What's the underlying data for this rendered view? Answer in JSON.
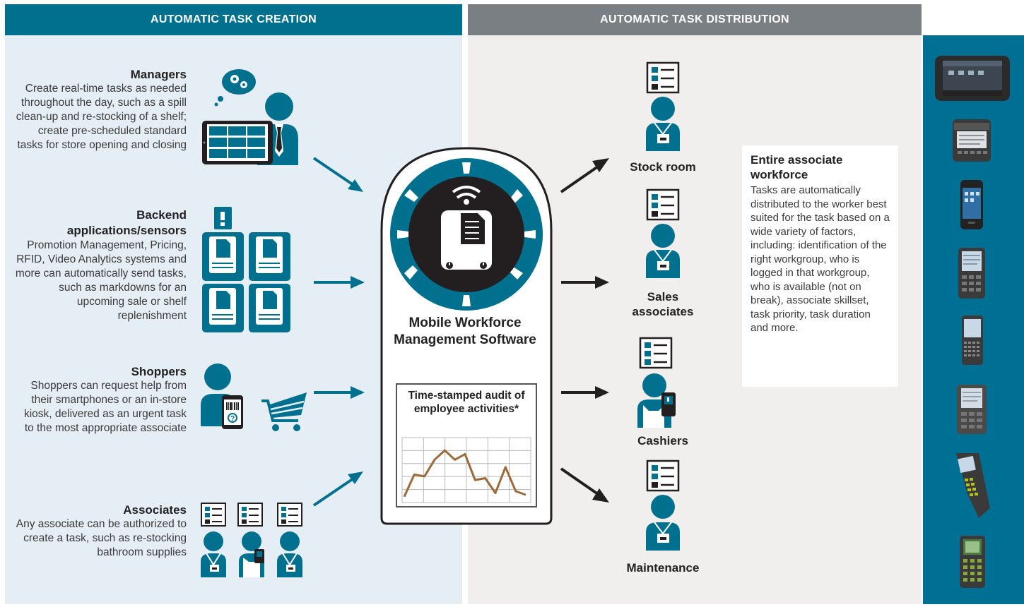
{
  "headers": {
    "left": "AUTOMATIC TASK CREATION",
    "middle": "AUTOMATIC TASK DISTRIBUTION"
  },
  "sources": [
    {
      "title": "Managers",
      "body": "Create real-time tasks as needed throughout the day, such as a spill clean-up and re-stocking of a shelf; create pre-scheduled standard tasks for store opening and closing"
    },
    {
      "title": "Backend applications/sensors",
      "body": "Promotion Management, Pricing, RFID, Video Analytics systems and more can automatically send tasks, such as markdowns for an upcoming sale or shelf replenishment"
    },
    {
      "title": "Shoppers",
      "body": "Shoppers can request help from their smartphones or an in-store kiosk, delivered as an urgent task to the most appropriate associate"
    },
    {
      "title": "Associates",
      "body": "Any associate can be authorized to create a task, such as re-stocking bathroom supplies"
    }
  ],
  "center": {
    "title": "Mobile Workforce Management Software",
    "audit_title": "Time-stamped audit of employee activities*"
  },
  "audit_chart": {
    "values": [
      2,
      14,
      13,
      22,
      27,
      22,
      25,
      11,
      12,
      4,
      18,
      5,
      3
    ]
  },
  "roles": [
    {
      "label": "Stock room"
    },
    {
      "label": "Sales associates"
    },
    {
      "label": "Cashiers"
    },
    {
      "label": "Maintenance"
    }
  ],
  "callout": {
    "title": "Entire associate workforce",
    "body": "Tasks are automatically distributed to the worker best suited for the task based on a wide variety of factors, including: identification of the right workgroup, who is logged in that workgroup, who is available (not on break), associate skillset, task priority, task duration and more."
  },
  "devices": [
    "tablet-device-icon",
    "vehicle-mount-device-icon",
    "smartphone-device-icon",
    "handheld-computer-device-icon",
    "qwerty-handheld-device-icon",
    "rugged-handheld-device-icon",
    "gun-grip-scanner-device-icon",
    "rugged-keypad-device-icon"
  ],
  "colors": {
    "teal": "#00708f",
    "gray_header": "#7a7f84",
    "chart_line": "#9a6a3a",
    "dark": "#231f20"
  }
}
